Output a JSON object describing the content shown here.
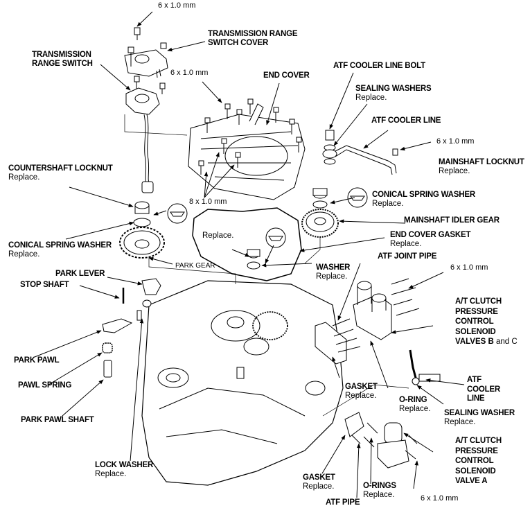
{
  "diagram": {
    "title": "Transmission end cover exploded view",
    "labels": {
      "bolt_top": {
        "name": "6 x 1.0 mm"
      },
      "range_switch_cover": {
        "name": "TRANSMISSION RANGE",
        "name2": "SWITCH COVER"
      },
      "range_switch": {
        "name": "TRANSMISSION",
        "name2": "RANGE SWITCH"
      },
      "bolt_switch": {
        "name": "6 x 1.0 mm"
      },
      "end_cover": {
        "name": "END COVER"
      },
      "atf_cooler_line_bolt": {
        "name": "ATF COOLER LINE BOLT"
      },
      "sealing_washers": {
        "name": "SEALING WASHERS",
        "note": "Replace."
      },
      "atf_cooler_line_top": {
        "name": "ATF COOLER LINE"
      },
      "bolt_cooler": {
        "name": "6 x 1.0 mm"
      },
      "mainshaft_locknut": {
        "name": "MAINSHAFT LOCKNUT",
        "note": "Replace."
      },
      "countershaft_locknut": {
        "name": "COUNTERSHAFT LOCKNUT",
        "note": "Replace."
      },
      "bolt_8mm": {
        "name": "8 x 1.0 mm"
      },
      "conical_spring_washer_right": {
        "name": "CONICAL SPRING WASHER",
        "note": "Replace."
      },
      "mainshaft_idler_gear": {
        "name": "MAINSHAFT IDLER GEAR"
      },
      "gasket_replace": {
        "note": "Replace."
      },
      "end_cover_gasket": {
        "name": "END COVER GASKET",
        "note": "Replace."
      },
      "conical_spring_washer_left": {
        "name": "CONICAL SPRING WASHER",
        "note": "Replace."
      },
      "park_gear": {
        "name": "PARK GEAR"
      },
      "washer": {
        "name": "WASHER",
        "note": "Replace."
      },
      "atf_joint_pipe": {
        "name": "ATF JOINT PIPE"
      },
      "bolt_solenoid_bc": {
        "name": "6 x 1.0 mm"
      },
      "park_lever": {
        "name": "PARK LEVER"
      },
      "stop_shaft": {
        "name": "STOP SHAFT"
      },
      "solenoid_bc": {
        "l1": "A/T CLUTCH",
        "l2": "PRESSURE",
        "l3": "CONTROL",
        "l4": "SOLENOID",
        "l5a": "VALVES B",
        "l5b": " and C"
      },
      "park_pawl": {
        "name": "PARK PAWL"
      },
      "pawl_spring": {
        "name": "PAWL SPRING"
      },
      "park_pawl_shaft": {
        "name": "PARK PAWL SHAFT"
      },
      "gasket_mid": {
        "name": "GASKET",
        "note": "Replace."
      },
      "atf_cooler_line_right": {
        "l1": "ATF",
        "l2": "COOLER",
        "l3": "LINE"
      },
      "o_ring": {
        "name": "O-RING",
        "note": "Replace."
      },
      "sealing_washer": {
        "name": "SEALING WASHER",
        "note": "Replace."
      },
      "solenoid_a": {
        "l1": "A/T CLUTCH",
        "l2": "PRESSURE",
        "l3": "CONTROL",
        "l4": "SOLENOID",
        "l5": "VALVE A"
      },
      "lock_washer": {
        "name": "LOCK WASHER",
        "note": "Replace."
      },
      "gasket_bottom": {
        "name": "GASKET",
        "note": "Replace."
      },
      "o_rings": {
        "name": "O-RINGS",
        "note": "Replace."
      },
      "atf_pipe": {
        "name": "ATF PIPE"
      },
      "bolt_solenoid_a": {
        "name": "6 x 1.0 mm"
      }
    }
  }
}
